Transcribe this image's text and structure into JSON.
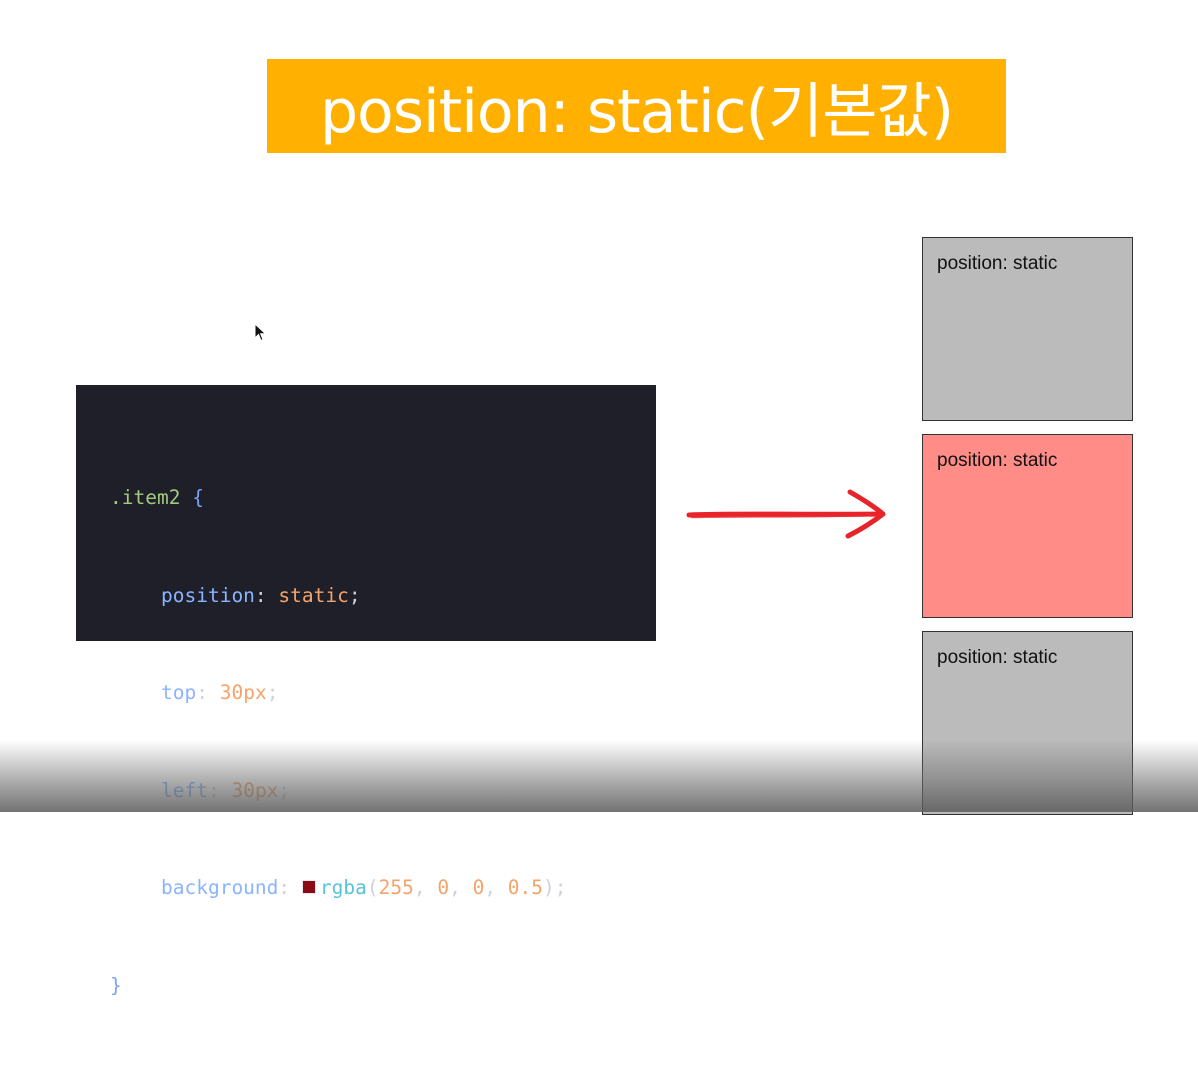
{
  "title": "position: static(기본값)",
  "code": {
    "selector": ".item2",
    "open_brace": "{",
    "close_brace": "}",
    "lines": [
      {
        "property": "position",
        "value": "static"
      },
      {
        "property": "top",
        "value_num": "30",
        "value_unit": "px"
      },
      {
        "property": "left",
        "value_num": "30",
        "value_unit": "px"
      },
      {
        "property": "background",
        "func": "rgba",
        "args": [
          "255",
          "0",
          "0",
          "0.5"
        ]
      }
    ],
    "swatch_color": "#8b0a14"
  },
  "demo": {
    "boxes": [
      {
        "label": "position: static",
        "color": "#bbbbbb"
      },
      {
        "label": "position: static",
        "color": "#ff8c87"
      },
      {
        "label": "position: static",
        "color": "#bbbbbb"
      }
    ]
  },
  "colors": {
    "title_bg": "#ffb000",
    "code_bg": "#1e1f29",
    "arrow": "#e8242b"
  }
}
